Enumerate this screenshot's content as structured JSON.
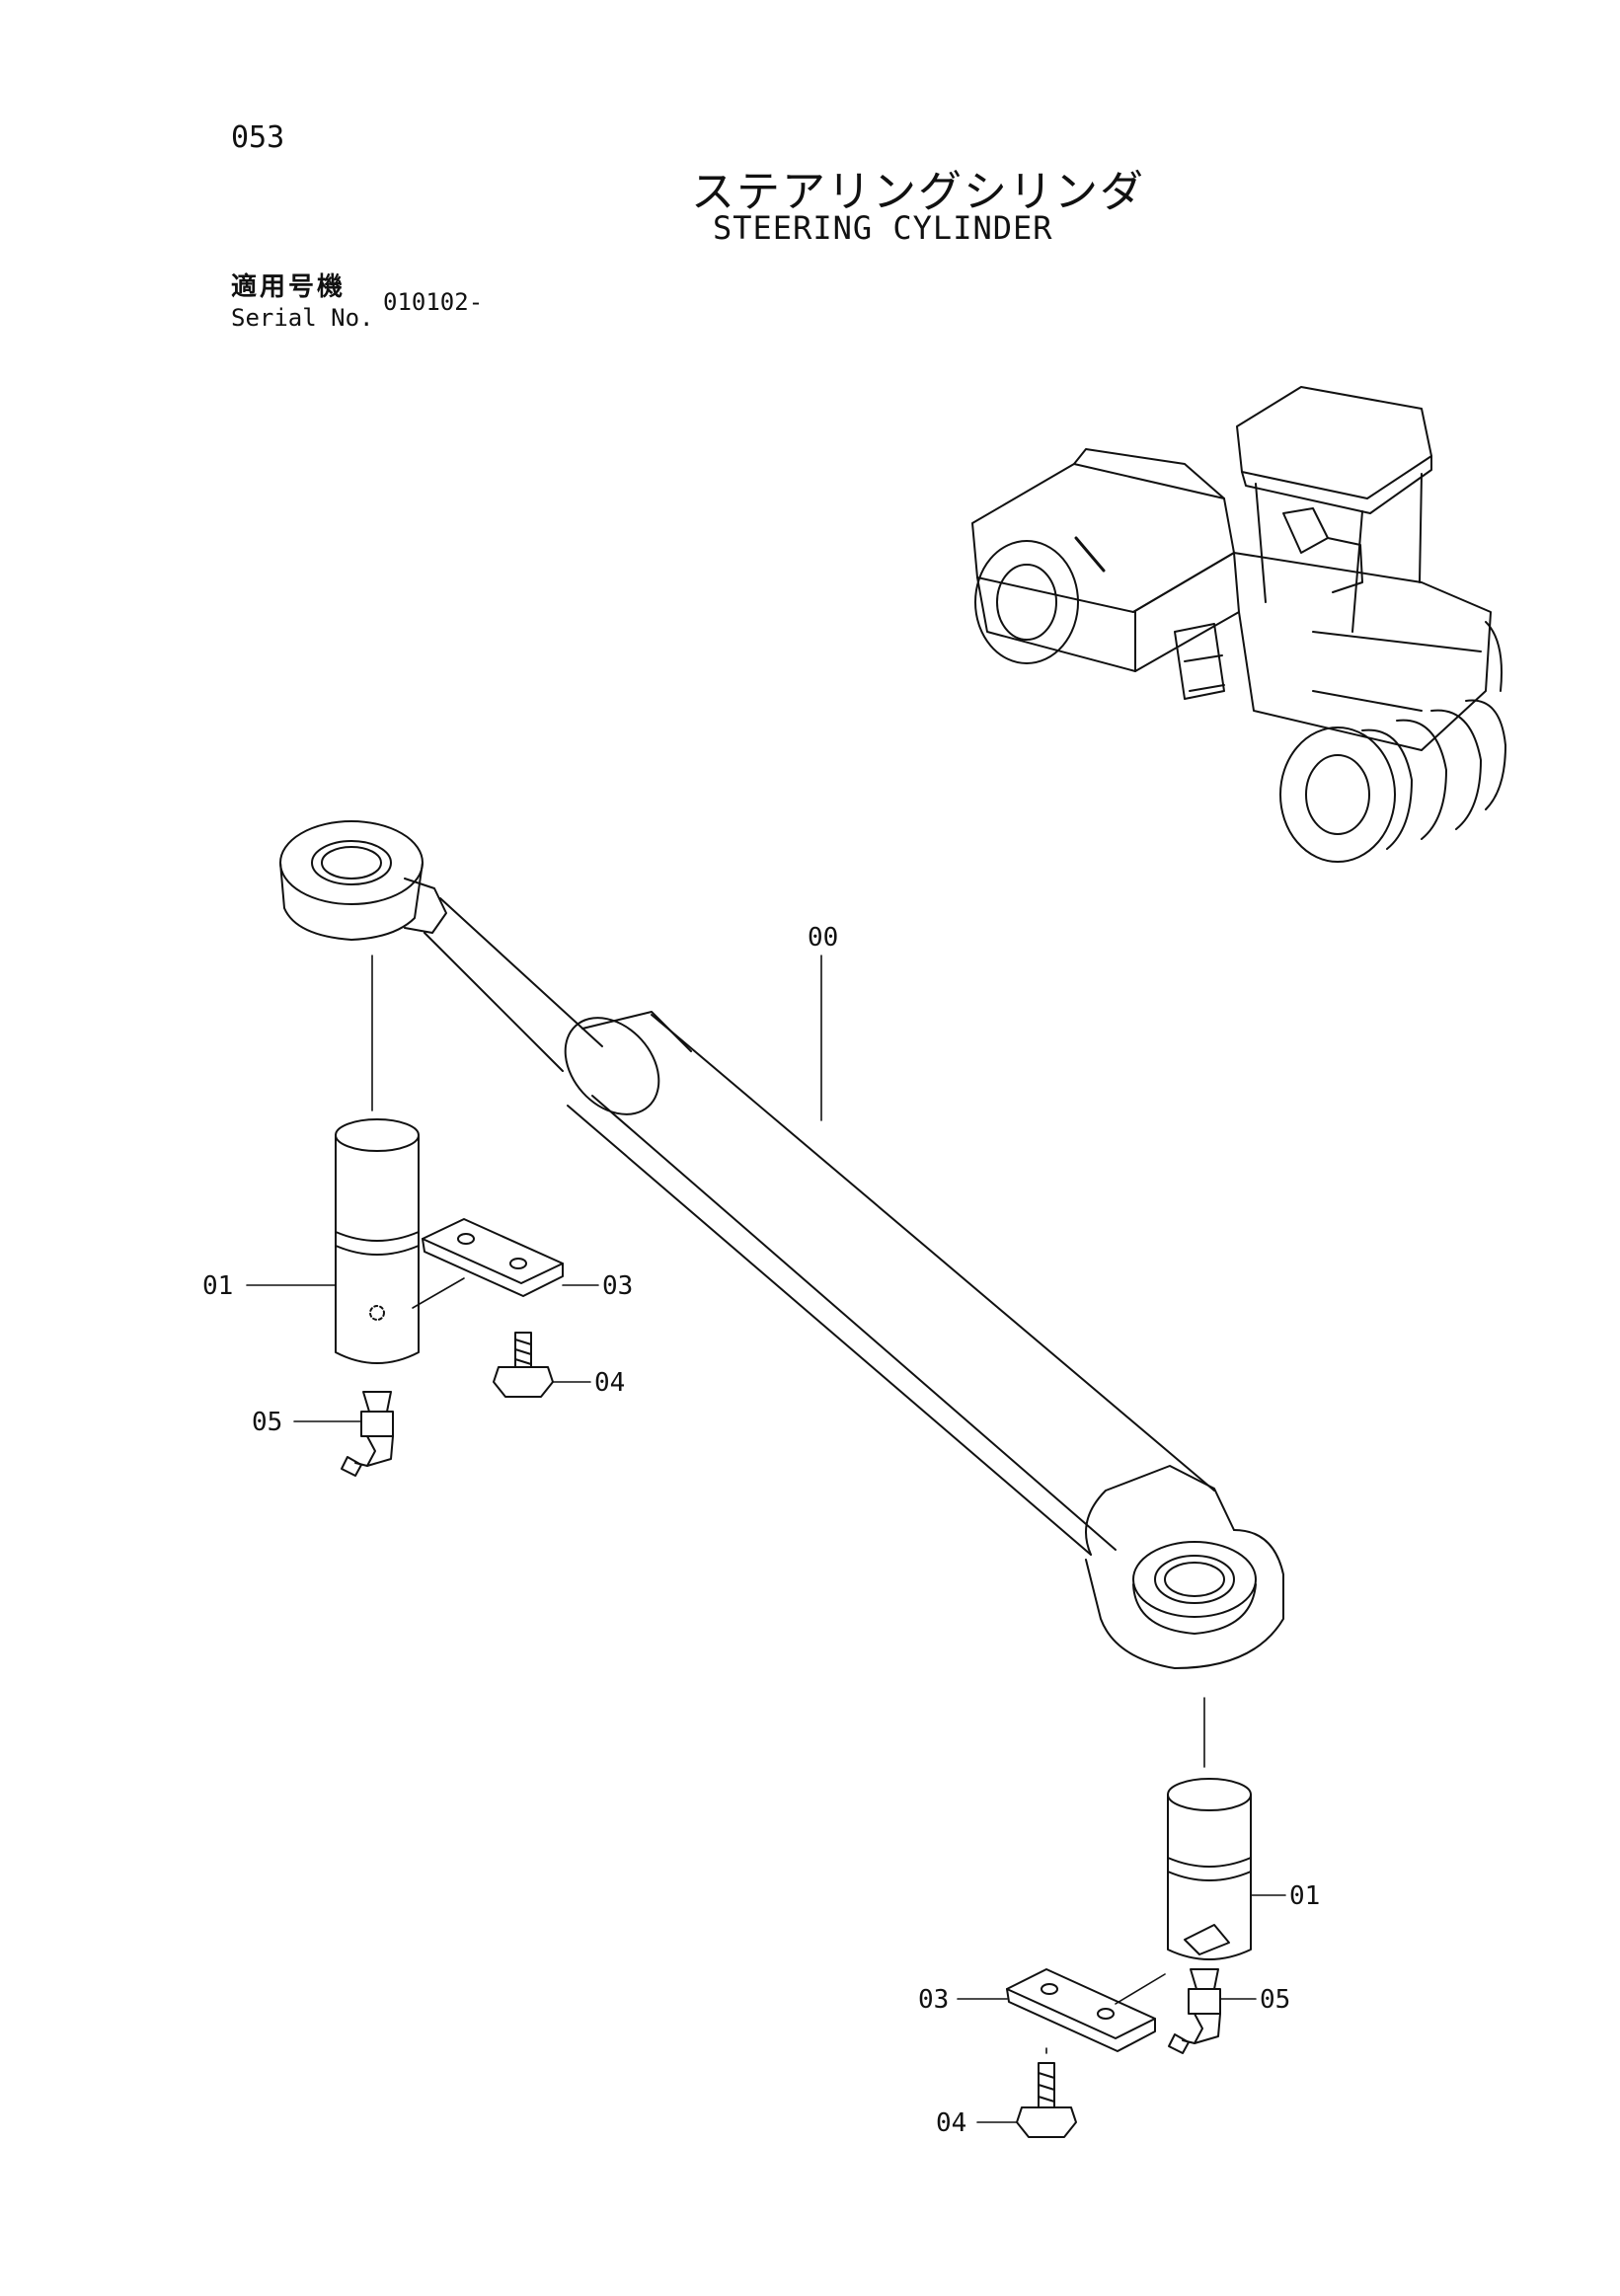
{
  "page_number": "053",
  "title": {
    "japanese": "ステアリングシリンダ",
    "english": "STEERING CYLINDER"
  },
  "serial": {
    "label_jp": "適用号機",
    "label_en": "Serial No.",
    "value": "010102-"
  },
  "callouts": {
    "cylinder_assembly": "00",
    "pin_upper": "01",
    "pin_lower": "01",
    "plate_upper": "03",
    "plate_lower": "03",
    "bolt_upper": "04",
    "bolt_lower": "04",
    "grease_fitting_upper": "05",
    "grease_fitting_lower": "05"
  },
  "icons": {
    "machine": "pneumatic-tire-roller-icon",
    "cylinder": "steering-cylinder-icon"
  },
  "colors": {
    "line": "#111111",
    "background": "#ffffff"
  }
}
